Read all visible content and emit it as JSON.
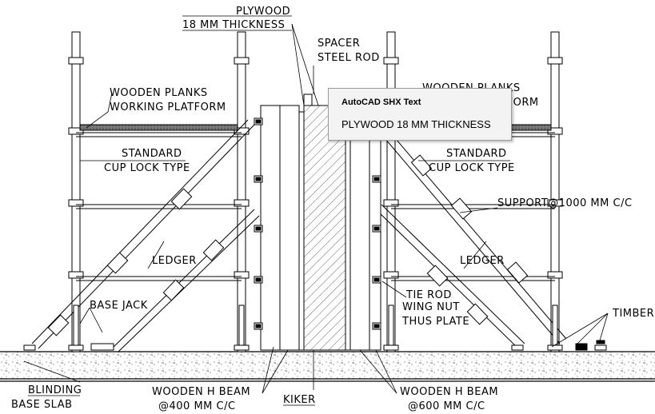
{
  "drawing": {
    "labels": {
      "plywood": "PLYWOOD",
      "plywood_thickness": "18 MM THICKNESS",
      "spacer": "SPACER",
      "steel_rod": "STEEL ROD",
      "planks_left_1": "WOODEN PLANKS",
      "planks_left_2": "WORKING PLATFORM",
      "planks_right_1": "WOODEN PLANKS",
      "planks_right_2": "WORKING PLATFORM",
      "standard_left_1": "STANDARD",
      "standard_left_2": "CUP LOCK TYPE",
      "standard_right_1": "STANDARD",
      "standard_right_2": "CUP LOCK TYPE",
      "support": "SUPPORT@1000 MM C/C",
      "ledger_left": "LEDGER",
      "ledger_right": "LEDGER",
      "base_jack": "BASE JACK",
      "tie_rod": "TIE ROD",
      "wing_nut": "WING NUT",
      "thus_plate": "THUS PLATE",
      "timber": "TIMBER",
      "blinding": "BLINDING",
      "base_slab": "BASE SLAB",
      "h_beam_400_1": "WOODEN H BEAM",
      "h_beam_400_2": "@400 MM C/C",
      "kiker": "KIKER",
      "h_beam_600_1": "WOODEN H BEAM",
      "h_beam_600_2": "@600 MM C/C"
    }
  },
  "tooltip": {
    "title": "AutoCAD SHX Text",
    "body": "PLYWOOD  18 MM THICKNESS"
  }
}
